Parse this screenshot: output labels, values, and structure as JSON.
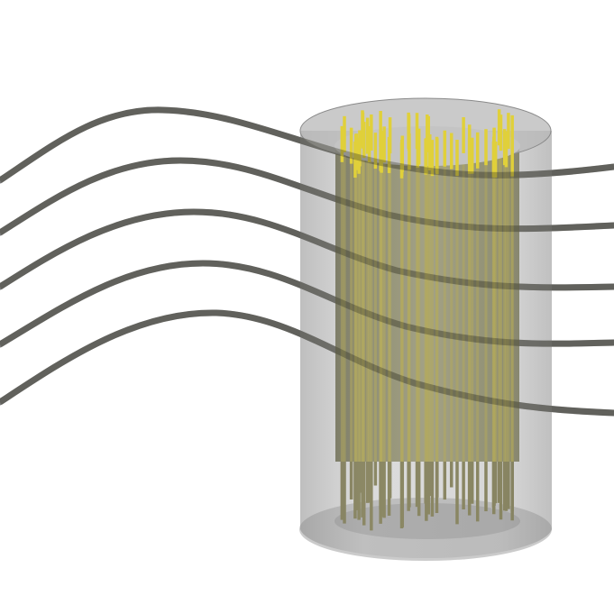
{
  "colors": {
    "background": "#ffffff",
    "field_line": "#5f5f5f",
    "shell": "#9a9a9a",
    "bundle": "#6b6a2a",
    "rod": "#b8a81e",
    "rod_top": "#e0d03a"
  },
  "scene": {
    "field_line_count": 5,
    "rod_bundle": "vertical-rods-in-cylinder",
    "shell": "translucent-cylinder"
  }
}
